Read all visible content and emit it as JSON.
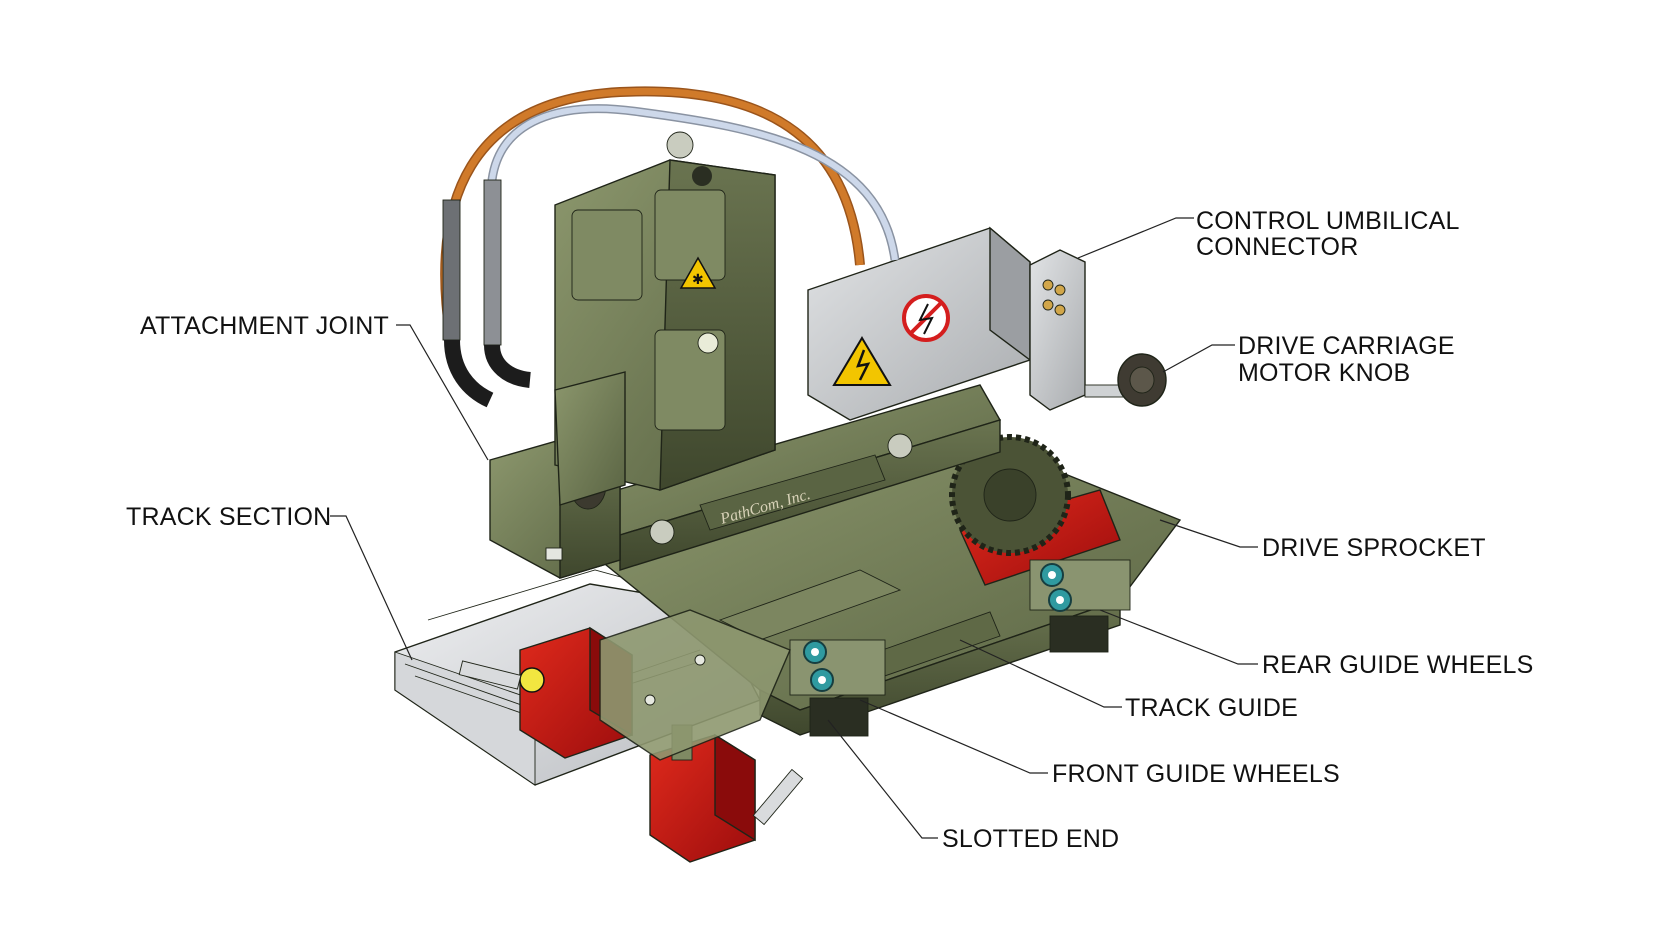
{
  "callouts": {
    "control_umbilical_connector": [
      "CONTROL UMBILICAL",
      "CONNECTOR"
    ],
    "drive_carriage_motor_knob": [
      "DRIVE CARRIAGE",
      "MOTOR KNOB"
    ],
    "attachment_joint": "ATTACHMENT JOINT",
    "track_section": "TRACK SECTION",
    "drive_sprocket": "DRIVE SPROCKET",
    "rear_guide_wheels": "REAR GUIDE WHEELS",
    "track_guide": "TRACK GUIDE",
    "front_guide_wheels": "FRONT GUIDE WHEELS",
    "slotted_end": "SLOTTED END"
  },
  "nameplate": "PathCom, Inc.",
  "colors": {
    "body_olive": "#6f7a55",
    "body_olive_light": "#8e9870",
    "body_olive_dark": "#4d5638",
    "motor_housing_gray": "#c9cbcd",
    "clamp_red": "#c81414",
    "cable_orange": "#d07a2a",
    "cable_light_blue": "#cdd8ea",
    "warning_yellow": "#f2c500",
    "guide_wheel_teal": "#2f9aa0"
  },
  "icons": [
    "electrical-hazard-warning-icon",
    "no-electrical-tools-sign-icon",
    "laser-warning-icon"
  ]
}
